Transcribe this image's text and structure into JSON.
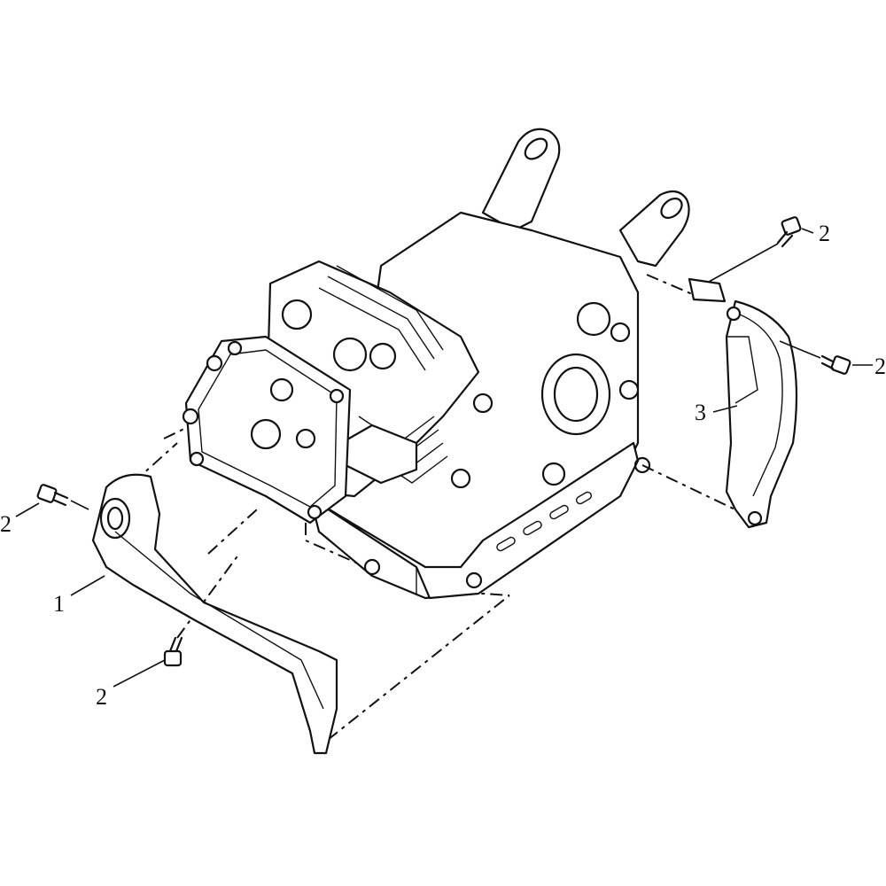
{
  "diagram": {
    "callouts": [
      {
        "id": "c1",
        "label": "1"
      },
      {
        "id": "c2a",
        "label": "2"
      },
      {
        "id": "c2b",
        "label": "2"
      },
      {
        "id": "c2c",
        "label": "2"
      },
      {
        "id": "c2d",
        "label": "2"
      },
      {
        "id": "c3",
        "label": "3"
      }
    ]
  }
}
